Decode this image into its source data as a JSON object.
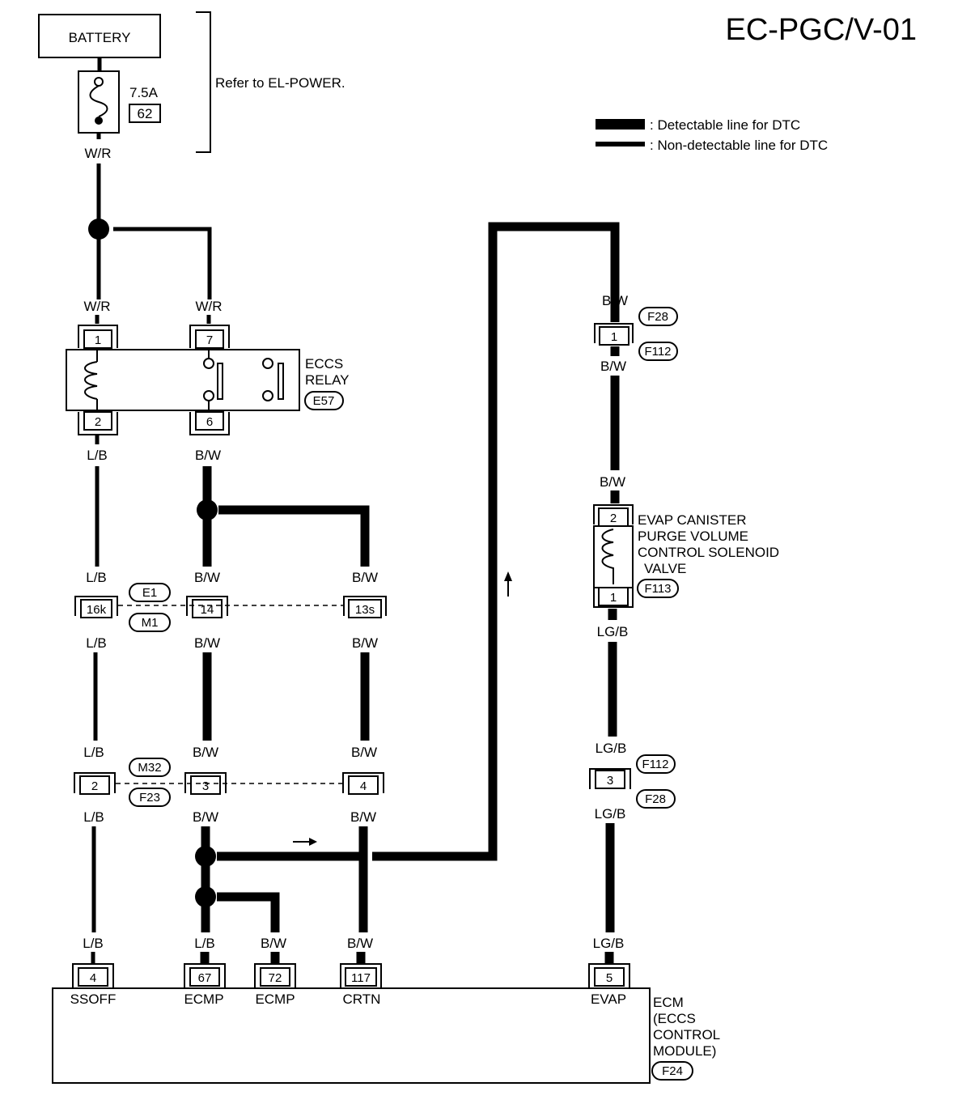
{
  "diagram": {
    "code": "EC-PGC/V-01",
    "battery": "BATTERY",
    "fuse": {
      "rating": "7.5A",
      "number": "62"
    },
    "refer_note": "Refer to EL-POWER.",
    "legend": {
      "detectable": ": Detectable line for DTC",
      "non_detectable": ": Non-detectable line for DTC"
    },
    "relay": {
      "name_line1": "ECCS",
      "name_line2": "RELAY",
      "connector": "E57",
      "pins": [
        "1",
        "7",
        "2",
        "6"
      ]
    },
    "solenoid": {
      "line1": "EVAP CANISTER",
      "line2": "PURGE VOLUME",
      "line3": "CONTROL SOLENOID",
      "line4": "VALVE",
      "connector": "F113",
      "pins": [
        "2",
        "1"
      ]
    },
    "ecm": {
      "line1": "ECM",
      "line2": "(ECCS",
      "line3": "CONTROL",
      "line4": "MODULE)",
      "connector": "F24",
      "pins": [
        {
          "num": "4",
          "label": "SSOFF"
        },
        {
          "num": "67",
          "label": "ECMP"
        },
        {
          "num": "72",
          "label": "ECMP"
        },
        {
          "num": "117",
          "label": "CRTN"
        },
        {
          "num": "5",
          "label": "EVAP"
        }
      ]
    },
    "connectors": {
      "e1": "E1",
      "m1": "M1",
      "m32": "M32",
      "f23": "F23",
      "f28": "F28",
      "f112": "F112",
      "p16k": "16k",
      "p14": "14",
      "p13s": "13s",
      "p2": "2",
      "p3": "3",
      "p4": "4",
      "p1": "1",
      "p3r": "3"
    },
    "wires": {
      "wr": "W/R",
      "lb": "L/B",
      "bw": "B/W",
      "lgb": "LG/B"
    }
  },
  "colors": {
    "line": "#000000",
    "background": "#ffffff"
  }
}
